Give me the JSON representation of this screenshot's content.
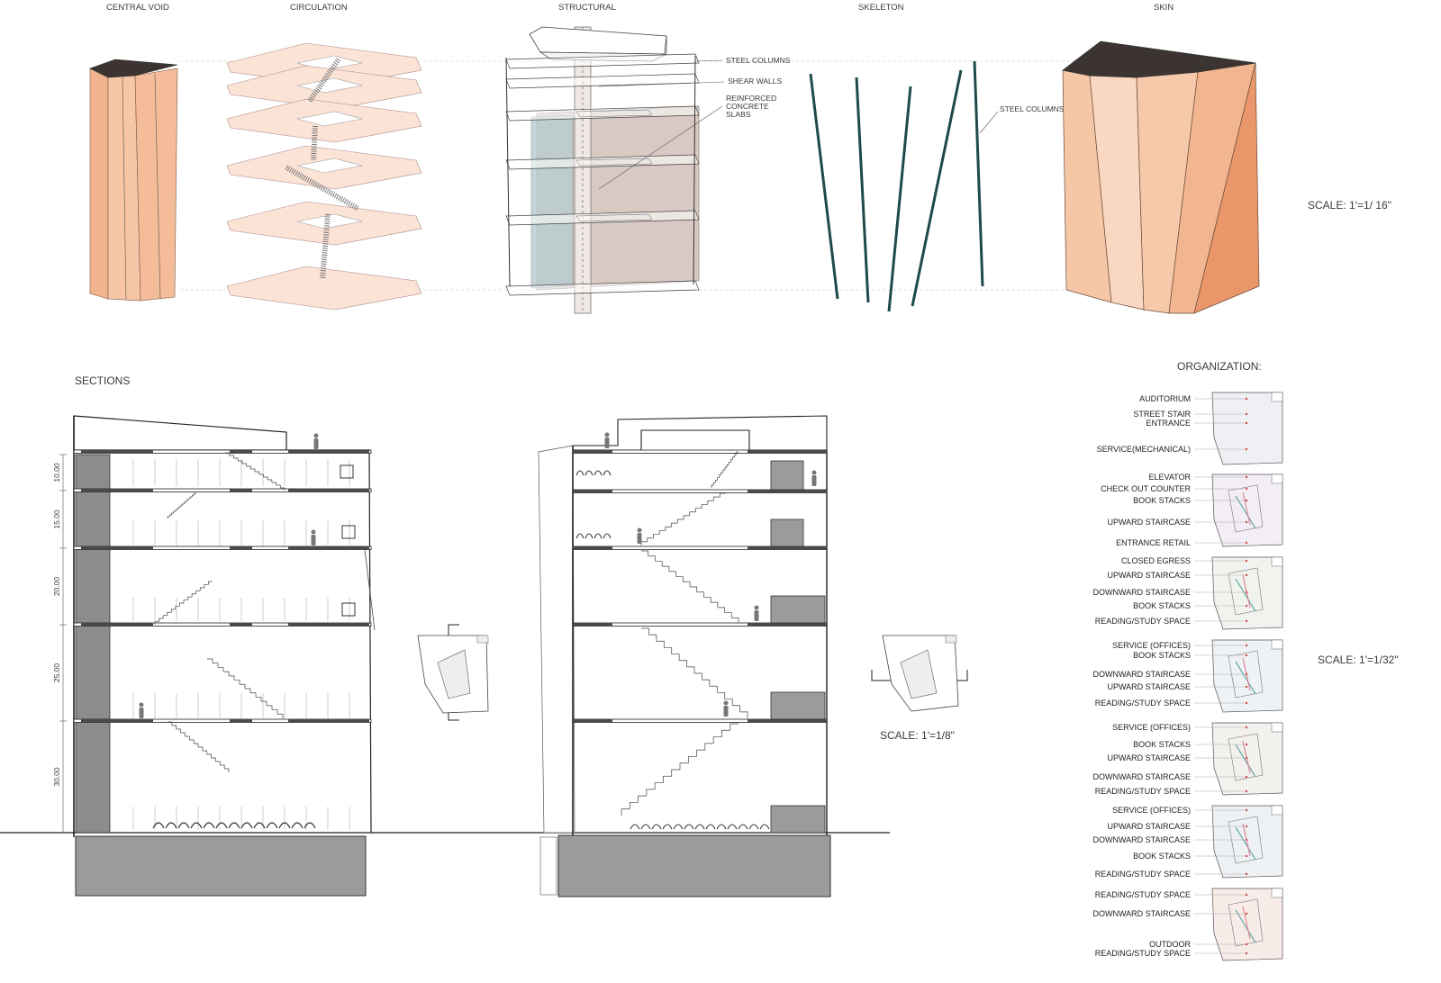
{
  "diagrams": {
    "headers": {
      "void": "CENTRAL VOID",
      "circulation": "CIRCULATION",
      "structural": "STRUCTURAL",
      "skeleton": "SKELETON",
      "skin": "SKIN"
    },
    "annotations": {
      "steel_columns_1": "STEEL COLUMNS",
      "shear_walls": "SHEAR WALLS",
      "slabs_1": "REINFORCED",
      "slabs_2": "CONCRETE",
      "slabs_3": "SLABS",
      "steel_columns_2": "STEEL COLUMNS"
    },
    "scale": "SCALE:  1'=1/ 16\""
  },
  "sections": {
    "title": "SECTIONS",
    "dims": [
      "10.00",
      "15.00",
      "20.00",
      "25.00",
      "30.00"
    ],
    "scale": "SCALE:  1'=1/8\""
  },
  "organization": {
    "title": "ORGANIZATION:",
    "scale": "SCALE:  1'=1/32\"",
    "plans": [
      {
        "labels": [
          "AUDITORIUM",
          "STREET STAIR",
          "ENTRANCE",
          "SERVICE(MECHANICAL)"
        ]
      },
      {
        "labels": [
          "ELEVATOR",
          "CHECK OUT COUNTER",
          "BOOK STACKS",
          "UPWARD STAIRCASE",
          "ENTRANCE RETAIL"
        ]
      },
      {
        "labels": [
          "CLOSED EGRESS",
          "UPWARD STAIRCASE",
          "DOWNWARD STAIRCASE",
          "BOOK STACKS",
          "READING/STUDY SPACE"
        ]
      },
      {
        "labels": [
          "SERVICE (OFFICES)",
          "BOOK STACKS",
          "DOWNWARD STAIRCASE",
          "UPWARD STAIRCASE",
          "READING/STUDY SPACE"
        ]
      },
      {
        "labels": [
          "SERVICE (OFFICES)",
          "BOOK STACKS",
          "UPWARD  STAIRCASE",
          "DOWNWARD STAIRCASE",
          "READING/STUDY SPACE"
        ]
      },
      {
        "labels": [
          "SERVICE (OFFICES)",
          "UPWARD STAIRCASE",
          "DOWNWARD STAIRCASE",
          "BOOK STACKS",
          "READING/STUDY SPACE"
        ]
      },
      {
        "labels": [
          "READING/STUDY SPACE",
          "DOWNWARD STAIRCASE",
          "OUTDOOR",
          "READING/STUDY SPACE"
        ]
      }
    ]
  },
  "colors": {
    "skin_light": "#f7d2b8",
    "skin_mid": "#f2b48e",
    "skin_dark": "#e8966a",
    "void_dark": "#3b3431",
    "slab_pink": "#fbe3d6",
    "concrete": "#d8c9c3",
    "glass": "#b9cdd0",
    "column": "#1f4a4a",
    "ground": "#9b9b9b"
  }
}
